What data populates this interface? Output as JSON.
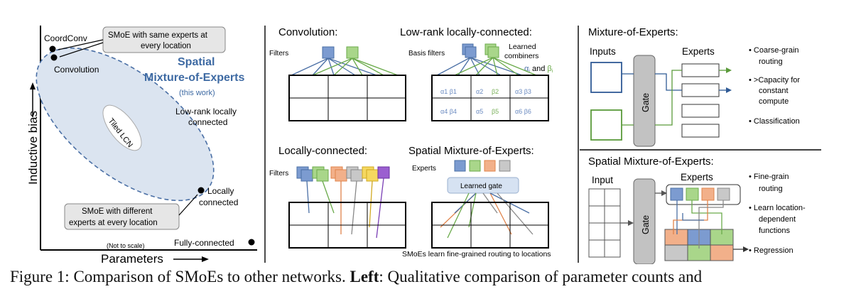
{
  "left": {
    "ylabel": "Inductive bias",
    "xlabel": "Parameters",
    "not_to_scale": "(Not to scale)",
    "callout_top": [
      "SMoE with same experts at",
      "every location"
    ],
    "callout_bottom": [
      "SMoE with different",
      "experts at every location"
    ],
    "points": {
      "coordconv": "CoordConv",
      "convolution": "Convolution",
      "lowrank": [
        "Low-rank locally",
        "connected"
      ],
      "locally": [
        "Locally",
        "connected"
      ],
      "fully": "Fully-connected"
    },
    "region": {
      "title": [
        "Spatial",
        "Mixture-of-Experts"
      ],
      "sub": "(this work)"
    },
    "tiled": "Tiled LCN"
  },
  "center": {
    "conv_title": "Convolution:",
    "lowrank_title": "Low-rank locally-connected:",
    "lc_title": "Locally-connected:",
    "smoe_title": "Spatial Mixture-of-Experts:",
    "filters": "Filters",
    "basis_filters": "Basis filters",
    "learned_combiners": [
      "Learned",
      "combiners"
    ],
    "combiners_sym": [
      "α",
      "i",
      "and",
      "β",
      "i"
    ],
    "experts": "Experts",
    "learned_gate": "Learned gate",
    "smoe_note": "SMoEs learn fine-grained routing to locations",
    "cells_top": [
      "α1 β1",
      "α2",
      "β2",
      "α3 β3"
    ],
    "cells_bot": [
      "α4 β4",
      "α5",
      "β5",
      "α6 β6"
    ]
  },
  "right_top": {
    "title": "Mixture-of-Experts:",
    "inputs": "Inputs",
    "experts": "Experts",
    "gate": "Gate",
    "bullets": [
      [
        "Coarse-grain",
        "routing"
      ],
      [
        ">Capacity for",
        "constant",
        "compute"
      ],
      [
        "Classification"
      ]
    ]
  },
  "right_bottom": {
    "title": "Spatial Mixture-of-Experts:",
    "input": "Input",
    "experts": "Experts",
    "gate": "Gate",
    "bullets": [
      [
        "Fine-grain",
        "routing"
      ],
      [
        "Learn location-",
        "dependent",
        "functions"
      ],
      [
        "Regression"
      ]
    ]
  },
  "caption": {
    "prefix": "Figure 1: Comparison of SMoEs to other networks.",
    "left_label": "Left",
    "left_text": ": Qualitative comparison of parameter counts and"
  },
  "colors": {
    "blue": "#4a6fa5",
    "green": "#6aaa4a",
    "orange": "#e8956a",
    "gray": "#9a9a9a",
    "purple": "#7a3fb5",
    "yellow": "#e8c840",
    "region": "#dbe4f0"
  }
}
